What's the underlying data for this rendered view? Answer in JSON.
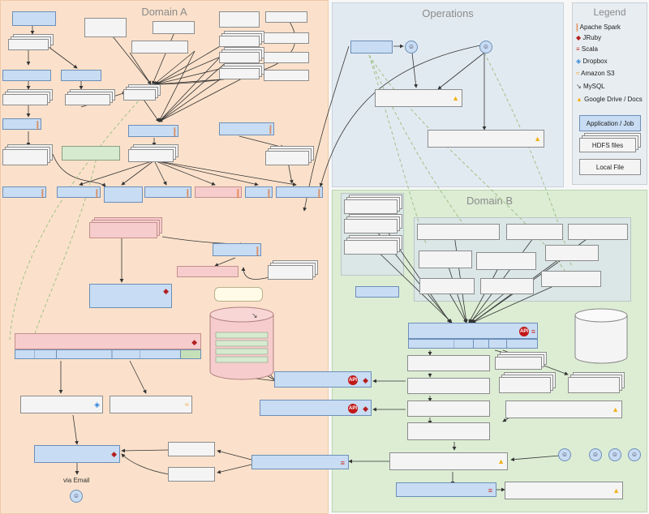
{
  "regions": {
    "domain_a": "Domain A",
    "operations": "Operations",
    "domain_b": "Domain B",
    "legend": "Legend"
  },
  "legend": {
    "items": [
      {
        "icon": "spark-icon",
        "label": "Apache Spark"
      },
      {
        "icon": "jruby-icon",
        "label": "JRuby"
      },
      {
        "icon": "scala-icon",
        "label": "Scala"
      },
      {
        "icon": "dropbox-icon",
        "label": "Dropbox"
      },
      {
        "icon": "amazon-s3-icon",
        "label": "Amazon S3"
      },
      {
        "icon": "mysql-icon",
        "label": "MySQL"
      },
      {
        "icon": "google-drive-icon",
        "label": "Google Drive / Docs"
      }
    ],
    "app_box": "Application / Job",
    "hdfs_box": "HDFS files",
    "local_box": "Local File"
  },
  "icons": {
    "spark": "⸾",
    "jruby": "◆",
    "scala": "≡",
    "drop": "◈",
    "s3": "≈",
    "mysql": "↘",
    "drive": "▲",
    "api": "API",
    "smile": "☺"
  },
  "captions": {
    "via_email": "via Email"
  },
  "colors": {
    "domain_a_bg": "#fbe1cb",
    "operations_bg": "#e2eaf1",
    "domain_b_bg": "#dcedd4",
    "app_fill": "#c8dcf3",
    "hdfs_fill": "#f4f4f4",
    "mysql_fill": "#f6cccc",
    "dashed_edge": "#a6c58a"
  }
}
